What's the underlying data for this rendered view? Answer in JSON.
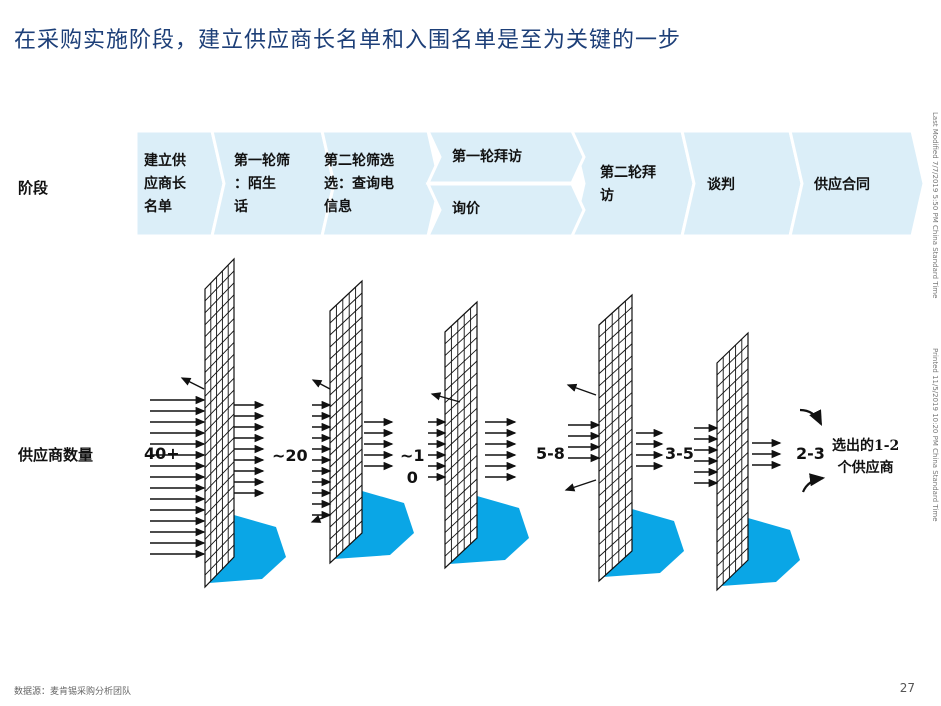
{
  "title": "在采购实施阶段，建立供应商长名单和入围名单是至为关键的一步",
  "row_labels": {
    "stage": "阶段",
    "count": "供应商数量"
  },
  "stages": [
    {
      "label": "建立供\n应商长\n名单"
    },
    {
      "label": "第一轮筛\n：陌生\n话"
    },
    {
      "label": "第二轮筛选\n选：查询电\n信息"
    },
    {
      "label": "第一轮拜访"
    },
    {
      "label": "询价"
    },
    {
      "label": "第二轮拜\n访"
    },
    {
      "label": "谈判"
    },
    {
      "label": "供应合同"
    }
  ],
  "counts": [
    {
      "value": "40+"
    },
    {
      "value": "~20"
    },
    {
      "value": "~1\n0"
    },
    {
      "value": "5-8"
    },
    {
      "value": "3-5"
    },
    {
      "value": "2-3"
    }
  ],
  "final_selection": "选出的1-2\n个供应商",
  "side_notes": {
    "last_modified": "Last Modified 7/7/2019 5:50 PM China Standard Time",
    "printed": "Printed 11/5/2019 10:20 PM China Standard Time"
  },
  "footer": {
    "source": "数据源：麦肯锡采购分析团队",
    "page_number": "27"
  },
  "colors": {
    "chevron_fill": "#dbeef8",
    "filter_base": "#0aa6e6",
    "title": "#1d3f78"
  }
}
